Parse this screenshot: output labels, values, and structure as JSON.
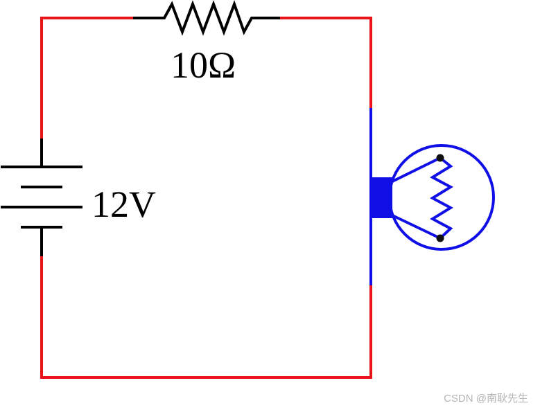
{
  "diagram": {
    "resistor_label": "10Ω",
    "battery_label": "12V"
  },
  "watermark": "CSDN @南耿先生",
  "colors": {
    "wire": "#e8141a",
    "component": "#000000",
    "lamp": "#1010e6",
    "lamp_terminal": "#101010",
    "watermark": "#b5b5b5"
  }
}
